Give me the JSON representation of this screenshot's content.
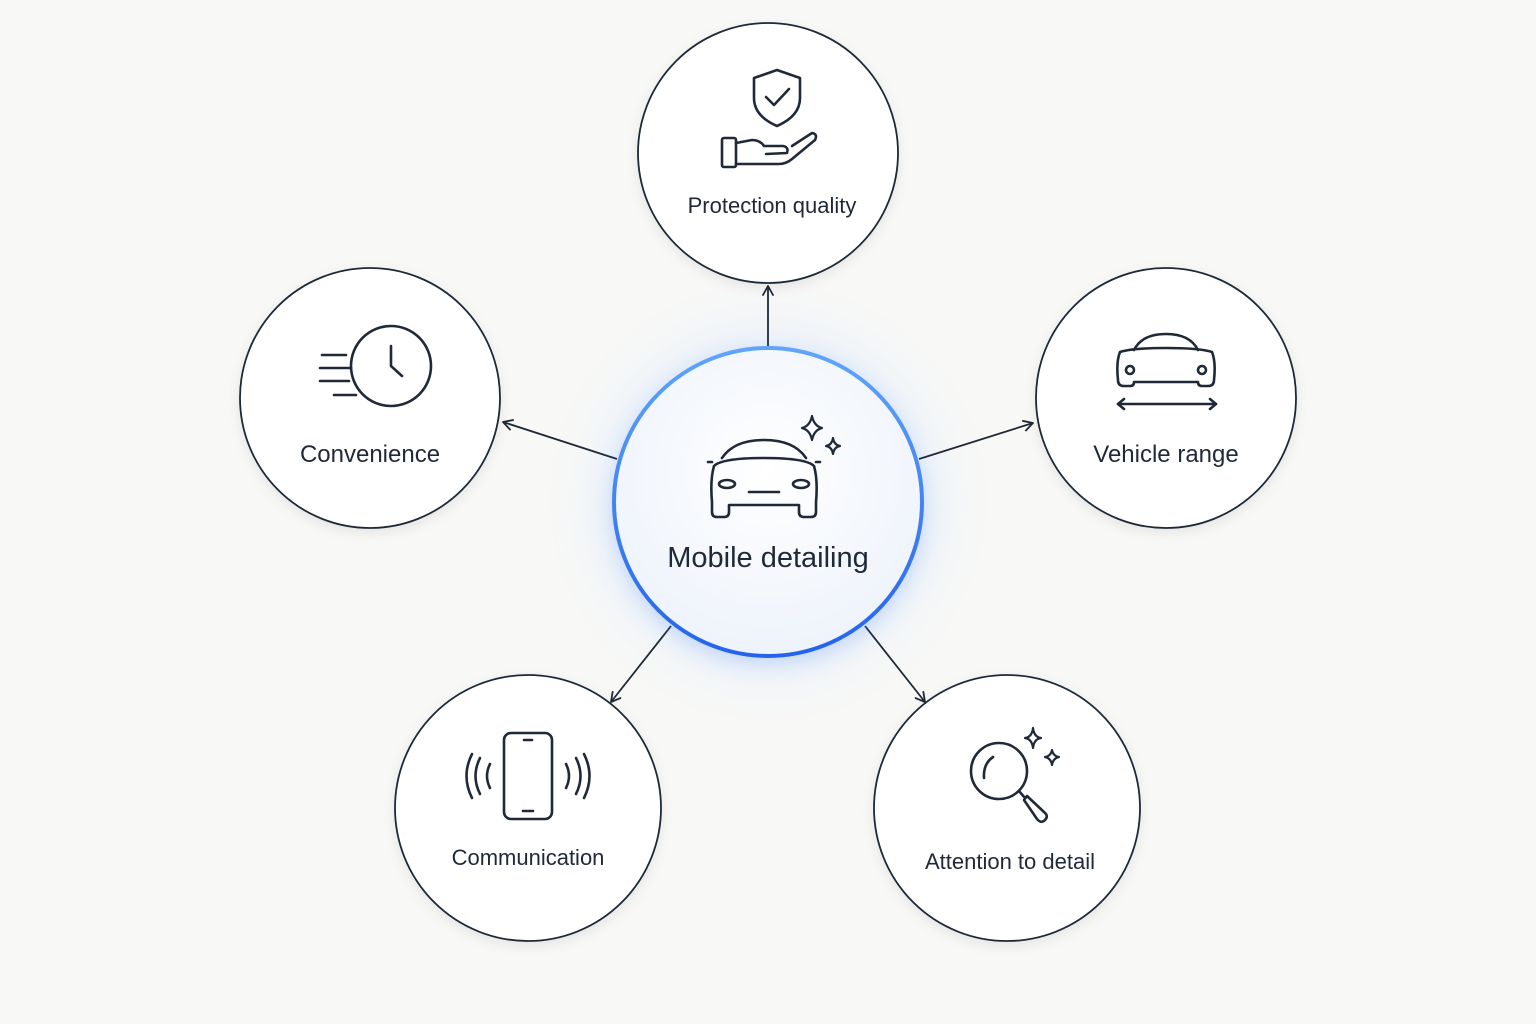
{
  "colors": {
    "background": "#f8f8f6",
    "ink": "#1f2937",
    "accent": "#3b82f6",
    "halo": "#e8effa"
  },
  "center": {
    "label": "Mobile detailing",
    "icon": "car-sparkle-icon"
  },
  "nodes": [
    {
      "id": "protection",
      "label": "Protection quality",
      "icon": "shield-hand-icon"
    },
    {
      "id": "convenience",
      "label": "Convenience",
      "icon": "fast-clock-icon"
    },
    {
      "id": "vehicle-range",
      "label": "Vehicle range",
      "icon": "car-width-icon"
    },
    {
      "id": "communication",
      "label": "Communication",
      "icon": "phone-signal-icon"
    },
    {
      "id": "attention",
      "label": "Attention to detail",
      "icon": "magnifier-sparkle-icon"
    }
  ]
}
